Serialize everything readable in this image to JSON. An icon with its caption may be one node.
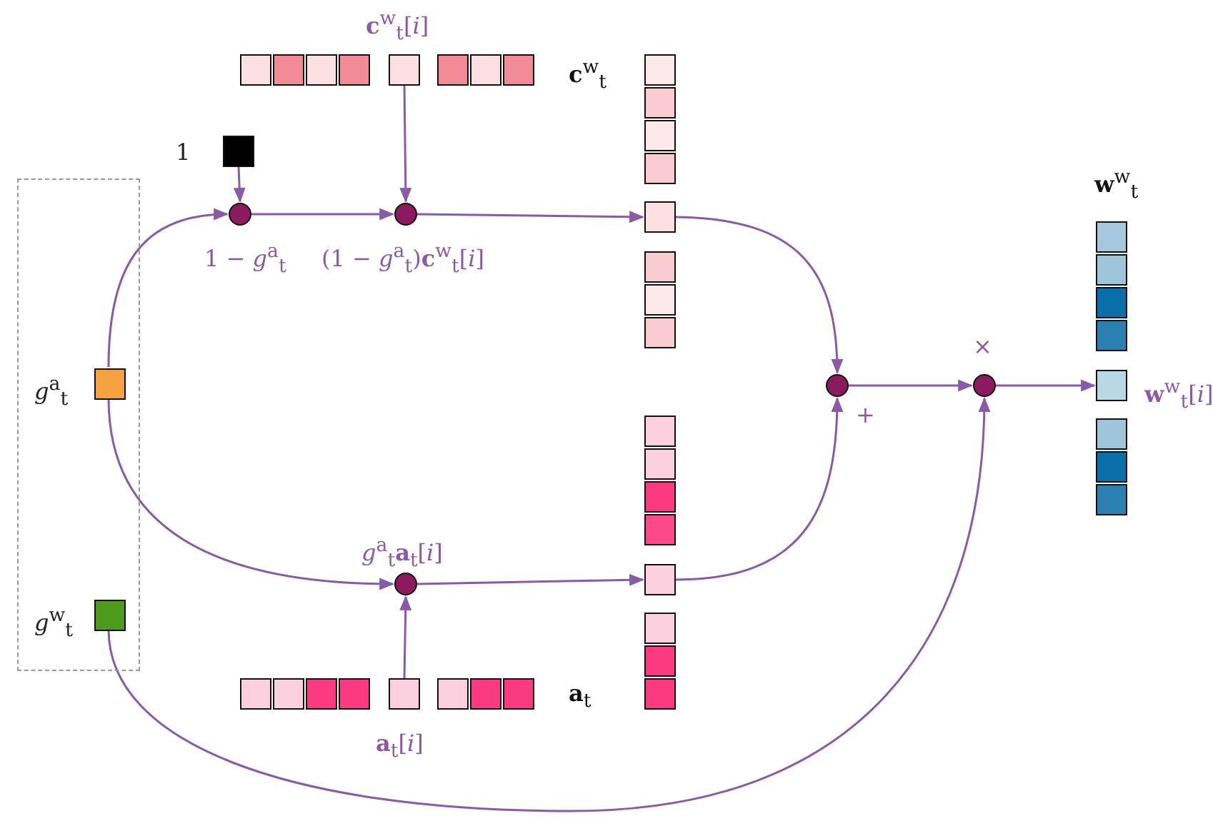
{
  "diagram": {
    "nodes": [
      {
        "text": [],
        "shape": "box"
      },
      {
        "text": [],
        "shape": "box",
        "beside": [
          "*g*$^{a}$$_{t}$"
        ],
        "in": 0
      },
      {
        "text": [],
        "shape": "box",
        "beside": [
          "*g*$^{w}$$_{t}$"
        ],
        "in": 0
      },
      {
        "text": [],
        "shape": "box",
        "beside": [
          "1"
        ]
      },
      {
        "text": [],
        "shape": "circle",
        "beside": [
          "1 − *g*$^{a}$$_{t}$"
        ]
      },
      {
        "text": [],
        "shape": "box",
        "beside": [
          "**c**$^{w}$$_{t}$[*i*]"
        ]
      },
      {
        "text": [],
        "shape": "circle",
        "beside": [
          "(1 − *g*$^{a}$$_{t}$)**c**$^{w}$$_{t}$[*i*]"
        ]
      },
      {
        "text": [],
        "shape": "box",
        "beside": [
          "**a**$_{t}$[*i*]"
        ]
      },
      {
        "text": [],
        "shape": "circle",
        "beside": [
          "*g*$^{a}$$_{t}$**a**$_{t}$[*i*]"
        ]
      },
      {
        "text": [],
        "shape": "box"
      },
      {
        "text": [],
        "shape": "box"
      },
      {
        "text": [],
        "shape": "circle",
        "beside": [
          "+"
        ]
      },
      {
        "text": [],
        "shape": "circle",
        "beside": [
          "×"
        ]
      },
      {
        "text": [],
        "shape": "box",
        "beside": [
          "**w**$^{w}$$_{t}$[*i*]"
        ]
      }
    ],
    "edges": [
      {
        "from": 3,
        "to": 4,
        "arrow": "to"
      },
      {
        "from": 1,
        "to": 4,
        "arrow": "to"
      },
      {
        "from": 4,
        "to": 6,
        "arrow": "to"
      },
      {
        "from": 5,
        "to": 6,
        "arrow": "to"
      },
      {
        "from": 6,
        "to": 9,
        "arrow": "to"
      },
      {
        "from": 1,
        "to": 8,
        "arrow": "to"
      },
      {
        "from": 7,
        "to": 8,
        "arrow": "to"
      },
      {
        "from": 8,
        "to": 10,
        "arrow": "to"
      },
      {
        "from": 9,
        "to": 11,
        "arrow": "to"
      },
      {
        "from": 10,
        "to": 11,
        "arrow": "to"
      },
      {
        "from": 11,
        "to": 12,
        "arrow": "to"
      },
      {
        "from": 2,
        "to": 12,
        "arrow": "to"
      },
      {
        "from": 12,
        "to": 13,
        "arrow": "to"
      }
    ],
    "labels": [
      "**c**$^{w}$$_{t}$",
      "**a**$_{t}$",
      "**w**$^{w}$$_{t}$"
    ]
  }
}
